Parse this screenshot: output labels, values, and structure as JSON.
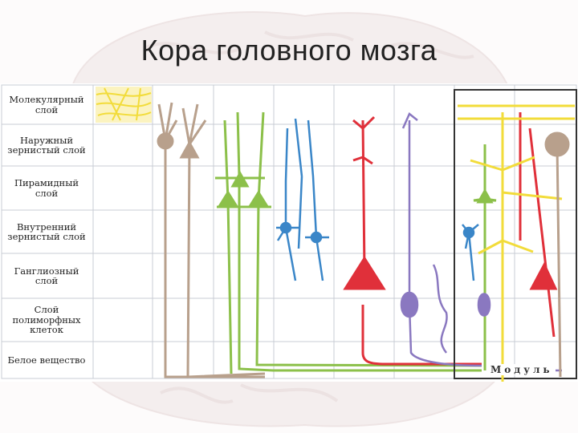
{
  "slide": {
    "title": "Кора головного мозга"
  },
  "layers": [
    {
      "label": "Молекулярный слой"
    },
    {
      "label": "Наружный зернистый слой"
    },
    {
      "label": "Пирамидный слой"
    },
    {
      "label": "Внутренний зернистый слой"
    },
    {
      "label": "Ганглиозный слой"
    },
    {
      "label": "Слой полиморфных клеток"
    },
    {
      "label": "Белое вещество"
    }
  ],
  "module": {
    "label": "Модуль"
  },
  "colors": {
    "tan": "#b8a08c",
    "green": "#8cc04a",
    "blue": "#3a86c8",
    "red": "#e0303a",
    "purple": "#8a78c0",
    "yellow": "#f2dc3a",
    "grid": "#c8ccd4"
  }
}
